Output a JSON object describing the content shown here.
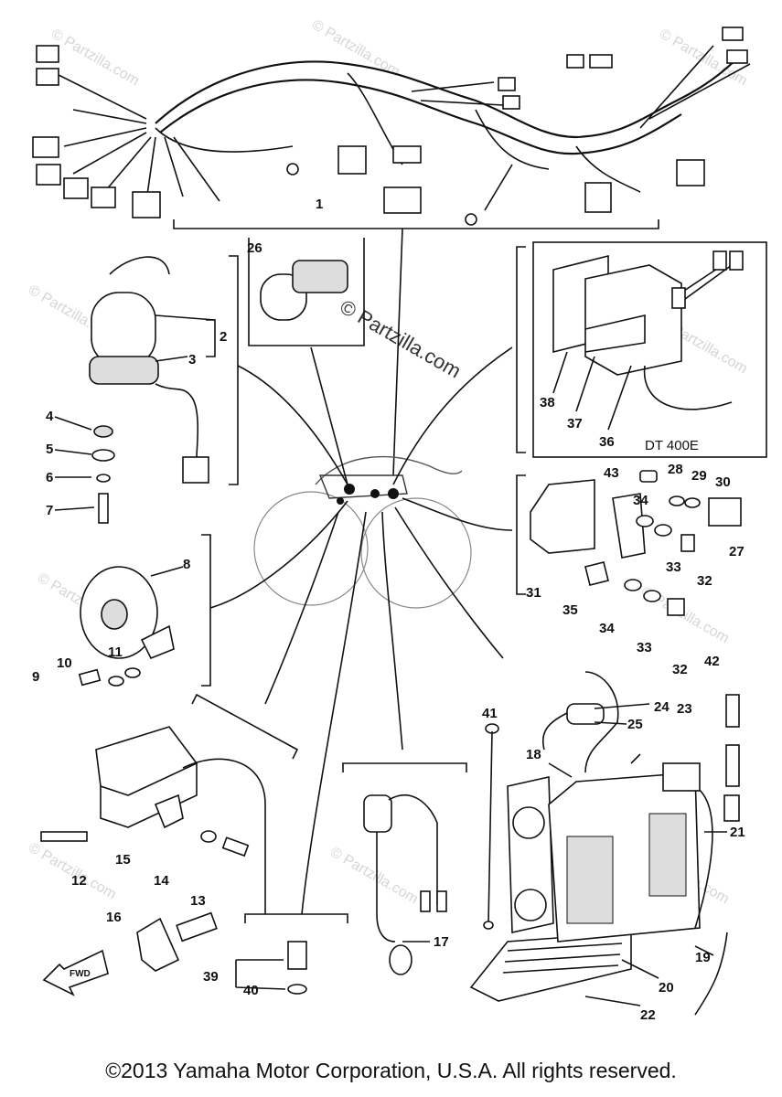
{
  "copyright": "©2013 Yamaha Motor Corporation, U.S.A. All rights reserved.",
  "model_label": "DT 400E",
  "fwd_label": "FWD",
  "watermark": {
    "site": "© Partzilla.com",
    "center": "© Partzilla.com"
  },
  "callouts": {
    "p1": "1",
    "p2": "2",
    "p3": "3",
    "p4": "4",
    "p5": "5",
    "p6": "6",
    "p7": "7",
    "p8": "8",
    "p9": "9",
    "p10": "10",
    "p11": "11",
    "p12": "12",
    "p13": "13",
    "p14": "14",
    "p15": "15",
    "p16": "16",
    "p17": "17",
    "p18": "18",
    "p19": "19",
    "p20": "20",
    "p21": "21",
    "p22": "22",
    "p23": "23",
    "p24": "24",
    "p25": "25",
    "p26": "26",
    "p27": "27",
    "p28": "28",
    "p29": "29",
    "p30": "30",
    "p31": "31",
    "p32a": "32",
    "p32b": "32",
    "p33a": "33",
    "p33b": "33",
    "p34a": "34",
    "p34b": "34",
    "p35": "35",
    "p36": "36",
    "p37": "37",
    "p38": "38",
    "p39": "39",
    "p40": "40",
    "p41": "41",
    "p42": "42",
    "p43": "43"
  }
}
